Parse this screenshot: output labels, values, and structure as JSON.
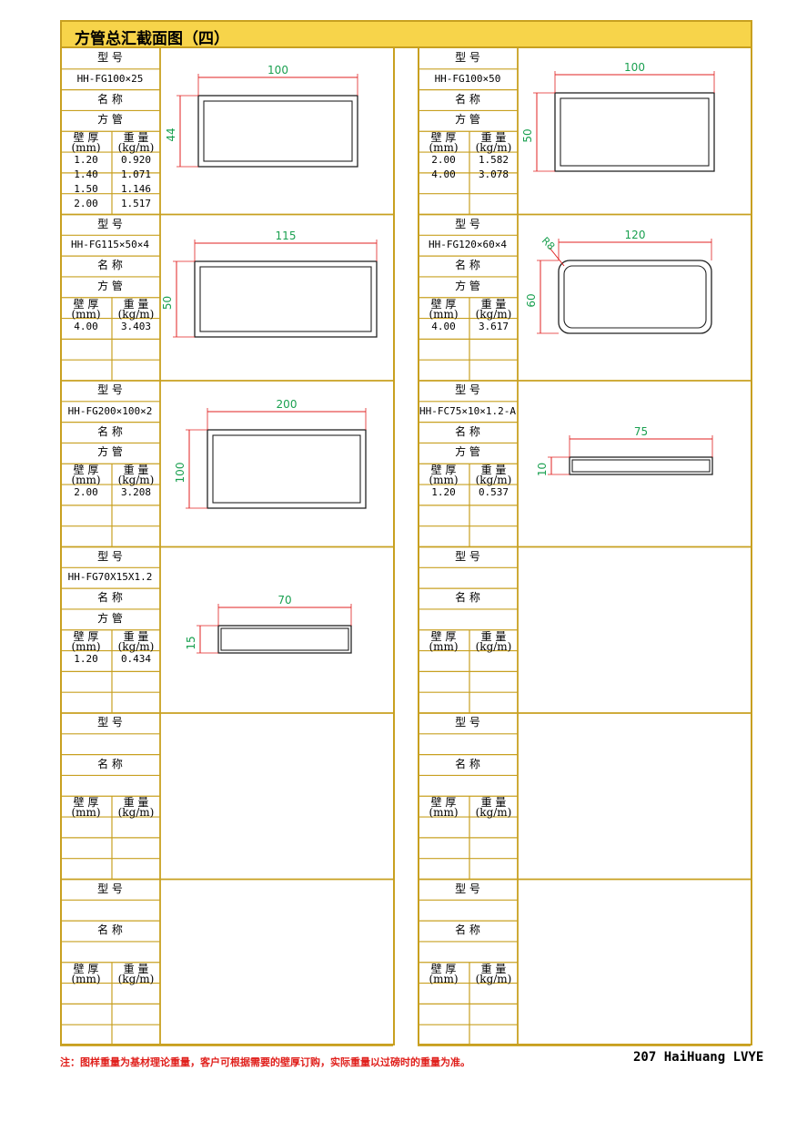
{
  "title": "方管总汇截面图（四）",
  "labels": {
    "model": "型    号",
    "name": "名    称",
    "wall": "壁 厚",
    "wall_unit": "(mm)",
    "weight": "重 量",
    "weight_unit": "(kg/m)"
  },
  "colors": {
    "frame": "#c8a020",
    "header": "#f7d44a",
    "dim_line": "#e02020",
    "dim_text": "#1aa050",
    "note": "#e0201c"
  },
  "cells": [
    {
      "model": "HH-FG100×25",
      "name": "方    管",
      "rows": [
        [
          "1.20",
          "0.920"
        ],
        [
          "1.40",
          "1.071"
        ],
        [
          "1.50",
          "1.146"
        ],
        [
          "2.00",
          "1.517"
        ]
      ],
      "dims": {
        "w": "100",
        "h": "44"
      }
    },
    {
      "model": "HH-FG100×50",
      "name": "方    管",
      "rows": [
        [
          "2.00",
          "1.582"
        ],
        [
          "4.00",
          "3.078"
        ]
      ],
      "dims": {
        "w": "100",
        "h": "50"
      }
    },
    {
      "model": "HH-FG115×50×4",
      "name": "方    管",
      "rows": [
        [
          "4.00",
          "3.403"
        ]
      ],
      "dims": {
        "w": "115",
        "h": "50"
      }
    },
    {
      "model": "HH-FG120×60×4",
      "name": "方    管",
      "rows": [
        [
          "4.00",
          "3.617"
        ]
      ],
      "dims": {
        "w": "120",
        "h": "60",
        "r": "R8"
      }
    },
    {
      "model": "HH-FG200×100×2",
      "name": "方    管",
      "rows": [
        [
          "2.00",
          "3.208"
        ]
      ],
      "dims": {
        "w": "200",
        "h": "100"
      }
    },
    {
      "model": "HH-FC75×10×1.2-A",
      "name": "方    管",
      "rows": [
        [
          "1.20",
          "0.537"
        ]
      ],
      "dims": {
        "w": "75",
        "h": "10"
      }
    },
    {
      "model": "HH-FG70X15X1.2",
      "name": "方    管",
      "rows": [
        [
          "1.20",
          "0.434"
        ]
      ],
      "dims": {
        "w": "70",
        "h": "15"
      }
    },
    {
      "model": "",
      "name": "",
      "rows": [],
      "dims": null
    },
    {
      "model": "",
      "name": "",
      "rows": [],
      "dims": null
    },
    {
      "model": "",
      "name": "",
      "rows": [],
      "dims": null
    },
    {
      "model": "",
      "name": "",
      "rows": [],
      "dims": null
    },
    {
      "model": "",
      "name": "",
      "rows": [],
      "dims": null
    }
  ],
  "footer": {
    "note": "注：图样重量为基材理论重量，客户可根据需要的壁厚订购，实际重量以过磅时的重量为准。",
    "page": "207 HaiHuang LVYE"
  }
}
